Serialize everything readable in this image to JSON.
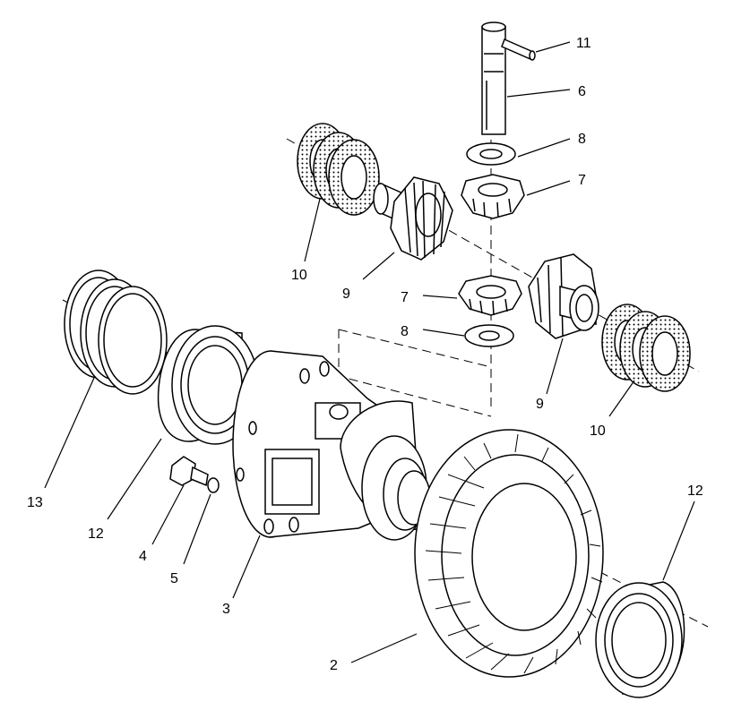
{
  "callouts": [
    {
      "id": "c11",
      "label": "11"
    },
    {
      "id": "c6",
      "label": "6"
    },
    {
      "id": "c8a",
      "label": "8"
    },
    {
      "id": "c7a",
      "label": "7"
    },
    {
      "id": "c10a",
      "label": "10"
    },
    {
      "id": "c9a",
      "label": "9"
    },
    {
      "id": "c7b",
      "label": "7"
    },
    {
      "id": "c8b",
      "label": "8"
    },
    {
      "id": "c9b",
      "label": "9"
    },
    {
      "id": "c10b",
      "label": "10"
    },
    {
      "id": "c13",
      "label": "13"
    },
    {
      "id": "c12a",
      "label": "12"
    },
    {
      "id": "c4",
      "label": "4"
    },
    {
      "id": "c5",
      "label": "5"
    },
    {
      "id": "c3",
      "label": "3"
    },
    {
      "id": "c2",
      "label": "2"
    },
    {
      "id": "c12b",
      "label": "12"
    }
  ],
  "colors": {
    "ink": "#000000",
    "paper": "#ffffff"
  }
}
